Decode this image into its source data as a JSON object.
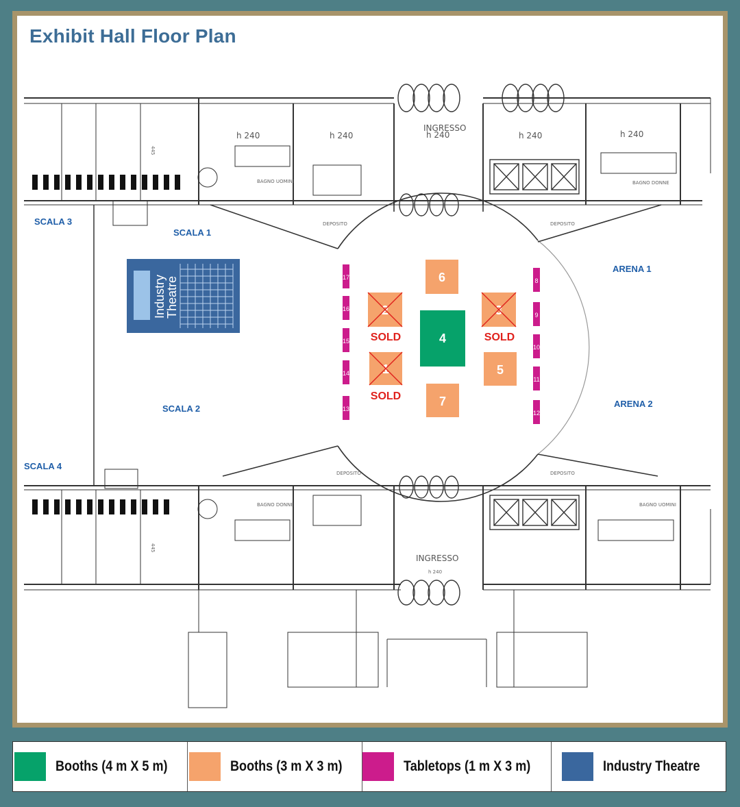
{
  "title": "Exhibit Hall Floor Plan",
  "rooms": {
    "scala_3": "SCALA 3",
    "scala_1": "SCALA 1",
    "scala_2": "SCALA 2",
    "scala_4": "SCALA 4",
    "arena_1": "ARENA 1",
    "arena_2": "ARENA 2"
  },
  "plan_text": {
    "ingresso": "INGRESSO",
    "h240": "h 240",
    "deposito": "DEPOSITO",
    "bagno_uomini": "BAGNO UOMINI",
    "bagno_donne": "BAGNO DONNE",
    "dim_445": "445"
  },
  "theatre": {
    "line1": "Industry",
    "line2": "Theatre",
    "color": "#3a679e"
  },
  "booths": {
    "large": {
      "number": "4",
      "color": "#06a26a"
    },
    "medium": [
      {
        "number": "6",
        "sold": false
      },
      {
        "number": "5",
        "sold": false
      },
      {
        "number": "7",
        "sold": false
      },
      {
        "number": "2",
        "sold": true
      },
      {
        "number": "3",
        "sold": true
      },
      {
        "number": "1",
        "sold": true
      }
    ],
    "medium_color": "#f5a36c",
    "sold_label": "SOLD",
    "sold_color": "#e0211c"
  },
  "tabletops": {
    "left": [
      "17",
      "16",
      "15",
      "14",
      "13"
    ],
    "right": [
      "8",
      "9",
      "10",
      "11",
      "12"
    ],
    "color": "#cc1c8c"
  },
  "legend": [
    {
      "label": "Booths (4 m X 5 m)",
      "color": "#06a26a"
    },
    {
      "label": "Booths (3 m X 3 m)",
      "color": "#f5a36c"
    },
    {
      "label": "Tabletops (1 m X 3 m)",
      "color": "#cc1c8c"
    },
    {
      "label": "Industry Theatre",
      "color": "#3a679e"
    }
  ]
}
